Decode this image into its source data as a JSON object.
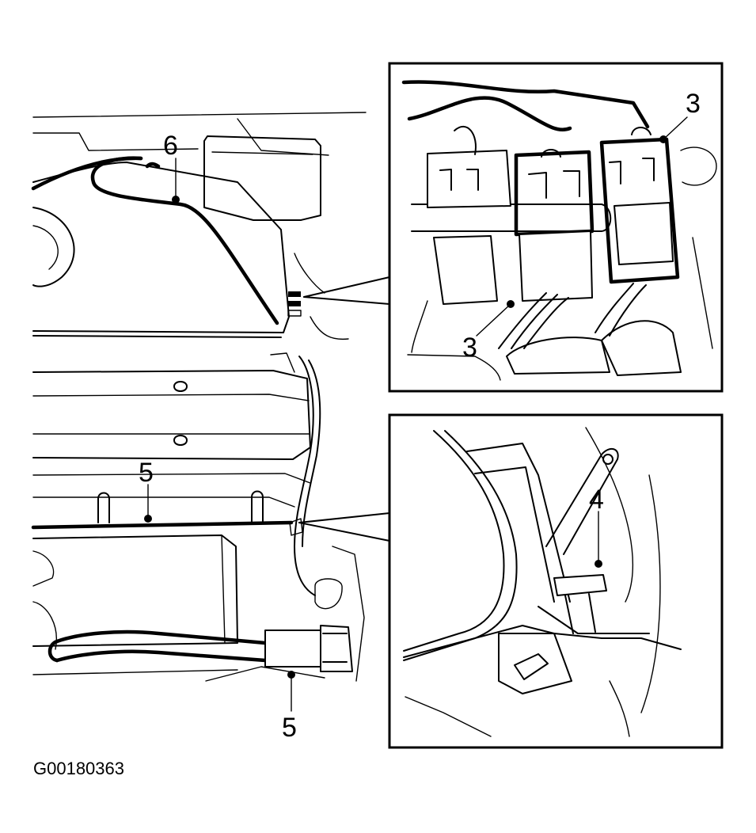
{
  "figure": {
    "code": "G00180363"
  },
  "callouts": {
    "label_6": "6",
    "label_5_top": "5",
    "label_5_bottom": "5",
    "label_3_top": "3",
    "label_3_bottom": "3",
    "label_4": "4"
  },
  "colors": {
    "line": "#000000",
    "background": "#ffffff"
  }
}
